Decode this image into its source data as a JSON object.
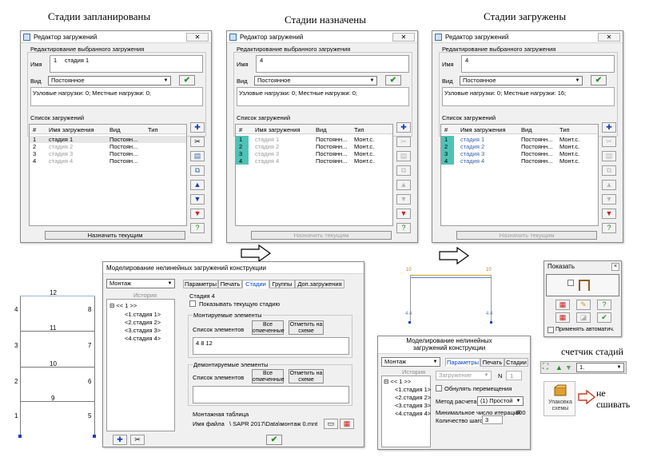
{
  "headings": {
    "planned": "Стадии запланированы",
    "assigned": "Стадии назначены",
    "loaded": "Стадии загружены",
    "counter": "счетчик стадий",
    "no_stitch": "не сшивать"
  },
  "load_editor": {
    "title": "Редактор загружений",
    "close": "✕",
    "edit_group": "Редактирование выбранного загружения",
    "name_label": "Имя",
    "type_label": "Вид",
    "type_value": "Постоянное",
    "list_group": "Список загружений",
    "col_num": "#",
    "col_name": "Имя загружения",
    "col_kind": "Вид",
    "col_type": "Тип",
    "assign_button": "Назначить текущим"
  },
  "panel_planned": {
    "name_num": "1",
    "name_value": "стадия 1",
    "loads_text": "Узловые нагрузки:  0;  Местные нагрузки:  0;",
    "rows": [
      {
        "num": "1",
        "name": "стадия 1",
        "kind": "Постоян...",
        "type": ""
      },
      {
        "num": "2",
        "name": "стадия 2",
        "kind": "Постоян...",
        "type": ""
      },
      {
        "num": "3",
        "name": "стадия 3",
        "kind": "Постоян...",
        "type": ""
      },
      {
        "num": "4",
        "name": "стадия 4",
        "kind": "Постоян...",
        "type": ""
      }
    ]
  },
  "panel_assigned": {
    "name_num": "4",
    "loads_text": "Узловые нагрузки:  0;  Местные нагрузки:  0;",
    "rows": [
      {
        "num": "1",
        "name": "стадия 1",
        "kind": "Постоянн...",
        "type": "Монт.с."
      },
      {
        "num": "2",
        "name": "стадия 2",
        "kind": "Постоянн...",
        "type": "Монт.с."
      },
      {
        "num": "3",
        "name": "стадия 3",
        "kind": "Постоянн...",
        "type": "Монт.с."
      },
      {
        "num": "4",
        "name": "стадия 4",
        "kind": "Постоянн...",
        "type": "Монт.с."
      }
    ]
  },
  "panel_loaded": {
    "name_num": "4",
    "loads_text": "Узловые нагрузки:  0;  Местные нагрузки:  16;",
    "rows": [
      {
        "num": "1",
        "name": "стадия 1",
        "kind": "Постоянн...",
        "type": "Монт.с."
      },
      {
        "num": "2",
        "name": "стадия 2",
        "kind": "Постоянн...",
        "type": "Монт.с."
      },
      {
        "num": "3",
        "name": "стадия 3",
        "kind": "Постоянн...",
        "type": "Монт.с."
      },
      {
        "num": "4",
        "name": "стадия 4",
        "kind": "Постоянн...",
        "type": "Монт.с."
      }
    ]
  },
  "modeling": {
    "title": "Моделирование нелинейных загружений конструкции",
    "mode": "Монтаж",
    "history": "История",
    "tree_root": "<< 1 >>",
    "tree_items": [
      "<1.стадия 1>",
      "<2.стадия 2>",
      "<3.стадия 3>",
      "<4.стадия 4>"
    ],
    "tabs": [
      "Параметры",
      "Печать",
      "Стадии",
      "Группы",
      "Доп.загружения"
    ],
    "stage_label": "Стадия 4",
    "show_current": "Показывать текущую стадию",
    "mounted_group": "Монтируемые элементы",
    "element_list": "Список элементов",
    "all_marked": "Все отмеченные",
    "mark_on_scheme": "Отметить на схеме",
    "mounted_value": "4 8 12",
    "dismounted_group": "Демонтируемые элементы",
    "mount_table": "Монтажная таблица",
    "file_name_label": "Имя файла",
    "file_name_value": "\\ SAPR 2017\\Data\\монтаж 0.mnt"
  },
  "modeling_small": {
    "title": "Моделирование нелинейных загружений конструкции",
    "mode": "Монтаж",
    "tabs": [
      "Параметры",
      "Печать",
      "Стадии"
    ],
    "history": "История",
    "tree_root": "<< 1 >>",
    "tree_items": [
      "<1.стадия 1>",
      "<2.стадия 2>",
      "<3.стадия 3>",
      "<4.стадия 4>"
    ],
    "load_label": "Загружение",
    "n_label": "N",
    "n_value": "1",
    "update_disp": "Обнулять перемещения",
    "method_label": "Метод расчета",
    "method_value": "(1) Простой",
    "min_iter_label": "Минимальное число итераций",
    "min_iter_value": "300",
    "steps_label": "Количество шагов",
    "steps_value": "3"
  },
  "show_panel": {
    "title": "Показать",
    "apply_auto": "Применять автоматич."
  },
  "counter": {
    "value": "1."
  },
  "pack": {
    "label": "Упаковка схемы"
  },
  "frame": {
    "labels": [
      "12",
      "4",
      "8",
      "11",
      "3",
      "7",
      "10",
      "2",
      "6",
      "9",
      "1",
      "5"
    ]
  },
  "mini_frame": {
    "labels": [
      "10",
      "10",
      "4.4",
      "4.4"
    ]
  }
}
